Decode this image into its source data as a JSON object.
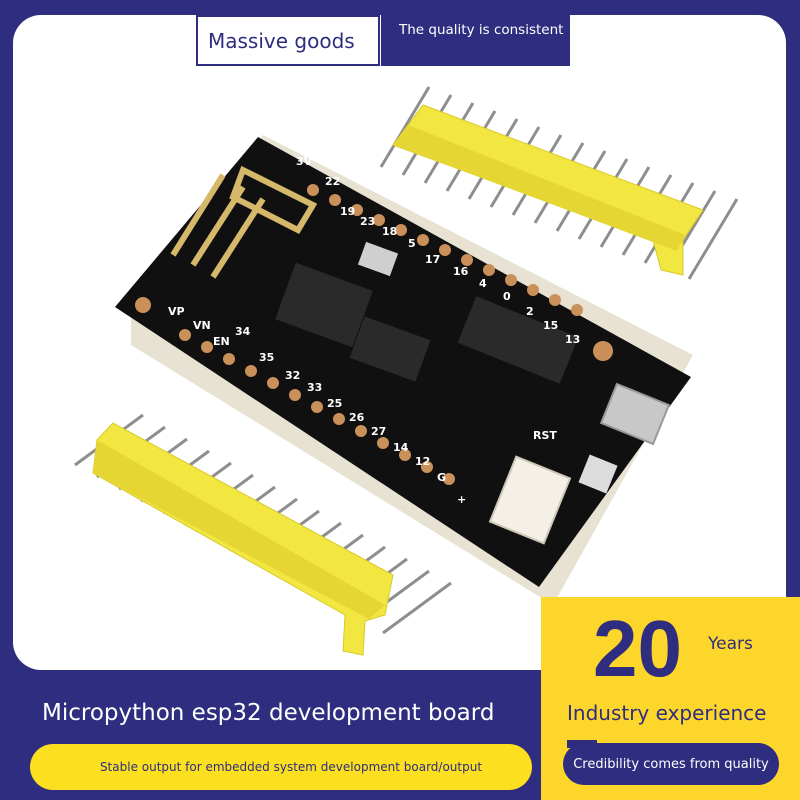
{
  "banner": {
    "left_label": "Massive goods",
    "right_label": "The quality is consistent"
  },
  "board": {
    "silkscreen_labels": [
      "3V",
      "22",
      "19",
      "23",
      "18",
      "5",
      "17",
      "16",
      "4",
      "0",
      "2",
      "15",
      "13",
      "VP",
      "VN",
      "EN",
      "34",
      "35",
      "32",
      "33",
      "25",
      "26",
      "27",
      "14",
      "12",
      "G",
      "+",
      "RST"
    ]
  },
  "footer": {
    "title": "Micropython esp32 development board",
    "subtitle": "Stable output for embedded system development board/output"
  },
  "experience": {
    "number": "20",
    "unit": "Years",
    "label": "Industry experience",
    "tagline": "Credibility comes from quality"
  },
  "colors": {
    "brand_navy": "#2e2d7f",
    "accent_yellow": "#fce020",
    "board_black": "#111111",
    "header_yellow": "#f2e640"
  }
}
